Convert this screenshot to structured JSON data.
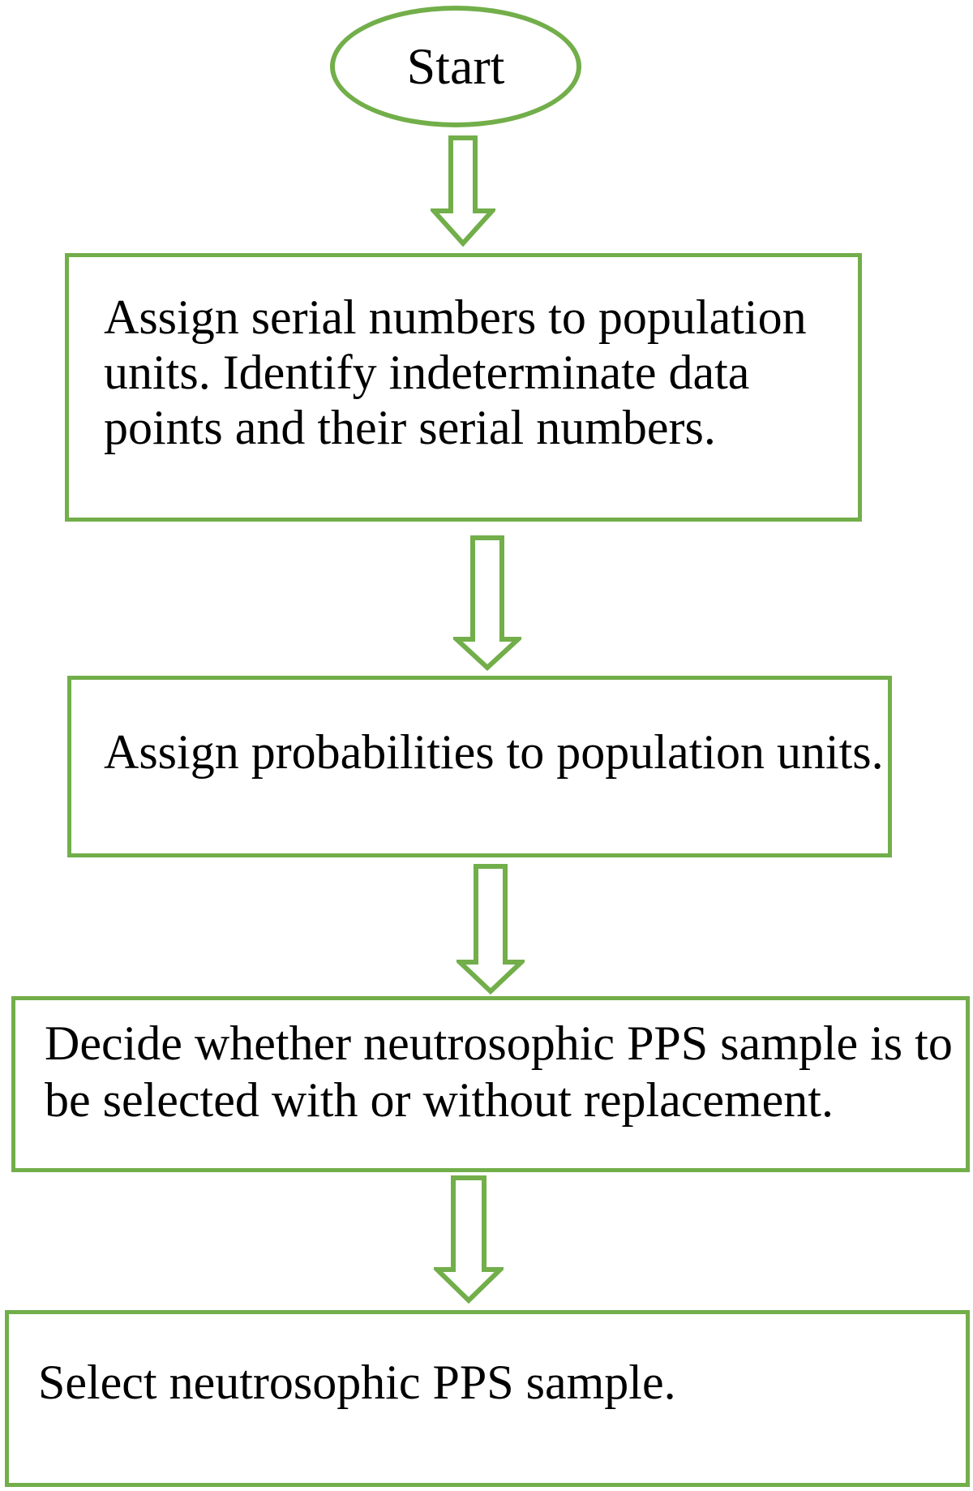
{
  "diagram": {
    "type": "flowchart",
    "orientation": "top-down",
    "colors": {
      "shape_outline": "#72ae4a",
      "text": "#000000",
      "background": "#ffffff"
    },
    "start": {
      "label": "Start"
    },
    "steps": [
      {
        "id": "assign-serial-numbers",
        "label": "Assign serial numbers to population units. Identify indeterminate data points and their serial numbers.",
        "lines": [
          "Assign serial numbers to population",
          "units. Identify indeterminate data",
          "points and their serial numbers."
        ]
      },
      {
        "id": "assign-probabilities",
        "label": "Assign probabilities to population units.",
        "lines": [
          "Assign probabilities to population units."
        ]
      },
      {
        "id": "decide-replacement",
        "label": "Decide whether neutrosophic PPS sample is to be selected with or without replacement.",
        "lines": [
          "Decide whether neutrosophic PPS sample is to",
          "be selected with or without replacement."
        ]
      },
      {
        "id": "select-sample",
        "label": "Select neutrosophic PPS sample.",
        "lines": [
          "Select neutrosophic PPS sample."
        ]
      }
    ],
    "connectors": [
      {
        "from": "start",
        "to": "assign-serial-numbers",
        "style": "hollow-down-arrow"
      },
      {
        "from": "assign-serial-numbers",
        "to": "assign-probabilities",
        "style": "hollow-down-arrow"
      },
      {
        "from": "assign-probabilities",
        "to": "decide-replacement",
        "style": "hollow-down-arrow"
      },
      {
        "from": "decide-replacement",
        "to": "select-sample",
        "style": "hollow-down-arrow"
      }
    ]
  }
}
